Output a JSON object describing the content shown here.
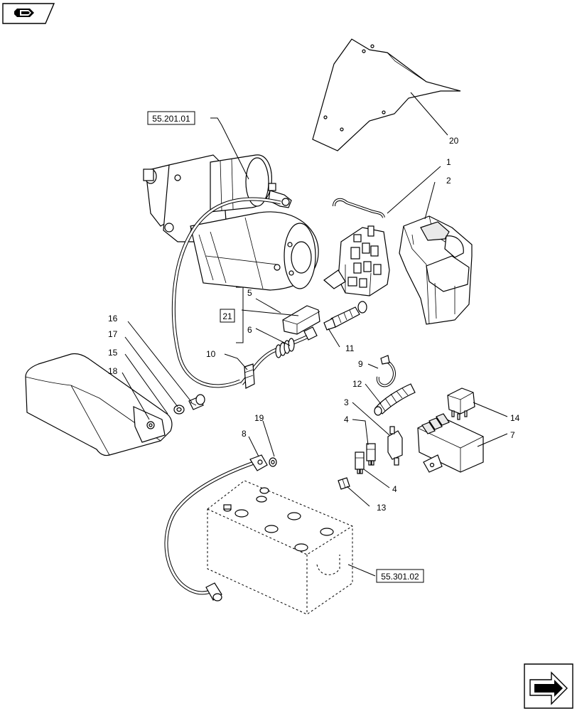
{
  "refs": {
    "starter": "55.201.01",
    "battery": "55.301.02",
    "kit": "21"
  },
  "callouts": {
    "c1": "1",
    "c2": "2",
    "c3": "3",
    "c4a": "4",
    "c4b": "4",
    "c5": "5",
    "c6": "6",
    "c7": "7",
    "c8": "8",
    "c9": "9",
    "c10": "10",
    "c11": "11",
    "c12": "12",
    "c13": "13",
    "c14": "14",
    "c15": "15",
    "c16": "16",
    "c17": "17",
    "c18": "18",
    "c19": "19",
    "c20": "20"
  },
  "icons": {
    "top_left": "hand-pointer-icon",
    "bottom_right": "next-page-arrow-icon"
  }
}
